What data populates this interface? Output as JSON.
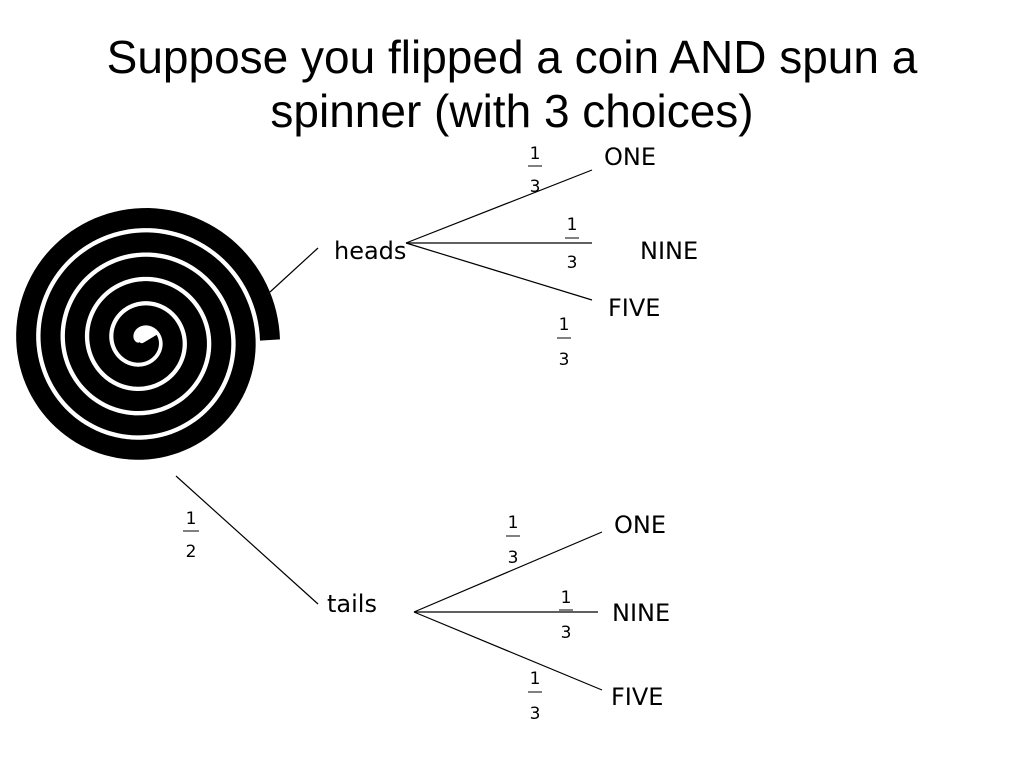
{
  "title": {
    "line1": "Suppose you flipped a coin AND spun a",
    "line2": "spinner (with 3 choices)"
  },
  "spinner": {
    "icon": "spiral-icon",
    "colors": {
      "stripe": "#000000",
      "background": "#ffffff"
    }
  },
  "tree": {
    "first_level": [
      {
        "label": "heads",
        "probability": null,
        "outcomes": [
          {
            "label": "ONE",
            "probability": {
              "num": "1",
              "den": "3"
            }
          },
          {
            "label": "NINE",
            "probability": {
              "num": "1",
              "den": "3"
            }
          },
          {
            "label": "FIVE",
            "probability": {
              "num": "1",
              "den": "3"
            }
          }
        ]
      },
      {
        "label": "tails",
        "probability": {
          "num": "1",
          "den": "2"
        },
        "outcomes": [
          {
            "label": "ONE",
            "probability": {
              "num": "1",
              "den": "3"
            }
          },
          {
            "label": "NINE",
            "probability": {
              "num": "1",
              "den": "3"
            }
          },
          {
            "label": "FIVE",
            "probability": {
              "num": "1",
              "den": "3"
            }
          }
        ]
      }
    ]
  }
}
